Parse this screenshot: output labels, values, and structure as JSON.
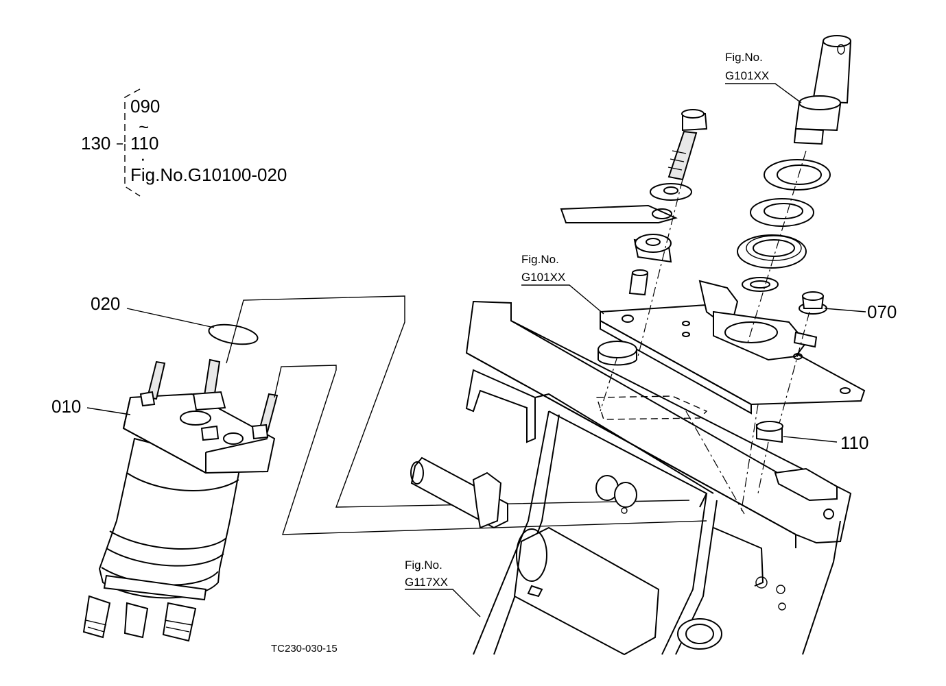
{
  "diagram": {
    "parts": [
      {
        "ref": "010",
        "label": "010"
      },
      {
        "ref": "020",
        "label": "020"
      },
      {
        "ref": "070",
        "label": "070"
      },
      {
        "ref": "110",
        "label": "110"
      }
    ],
    "assembly_group": {
      "parent": "130",
      "range_start": "090",
      "range_sep": "~",
      "range_end": "110",
      "bullet": "·",
      "reference": "Fig.No.G10100-020"
    },
    "fig_refs": [
      {
        "line1": "Fig.No.",
        "line2": "G101XX"
      },
      {
        "line1": "Fig.No.",
        "line2": "G101XX"
      },
      {
        "line1": "Fig.No.",
        "line2": "G117XX"
      }
    ],
    "drawing_code": "TC230-030-15"
  }
}
